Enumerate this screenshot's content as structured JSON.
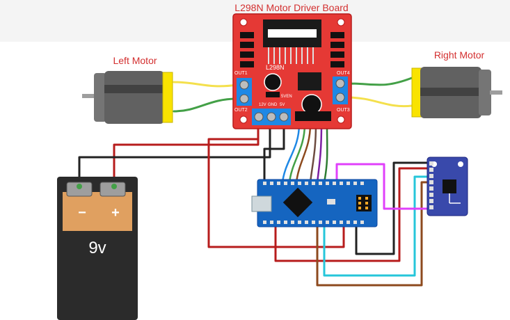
{
  "title": "L298N Motor Driver Board",
  "motors": {
    "left_label": "Left Motor",
    "right_label": "Right Motor"
  },
  "driver": {
    "chip_label": "L298N",
    "out1": "OUT1",
    "out2": "OUT2",
    "out3": "OUT3",
    "out4": "OUT4",
    "enable": "5VEN",
    "power_labels": [
      "12V",
      "GND",
      "5V"
    ]
  },
  "battery": {
    "voltage": "9v",
    "minus": "−",
    "plus": "+"
  },
  "colors": {
    "board_red": "#e53935",
    "wire_red": "#b71c1c",
    "wire_black": "#222222",
    "wire_yellow": "#f4e04d",
    "wire_green": "#43a047",
    "wire_magenta": "#e040fb",
    "wire_cyan": "#26c6da",
    "wire_brown": "#8d4a1e",
    "nano_blue": "#1565c0",
    "sensor_blue": "#3949ab",
    "battery_orange": "#e0a060"
  }
}
